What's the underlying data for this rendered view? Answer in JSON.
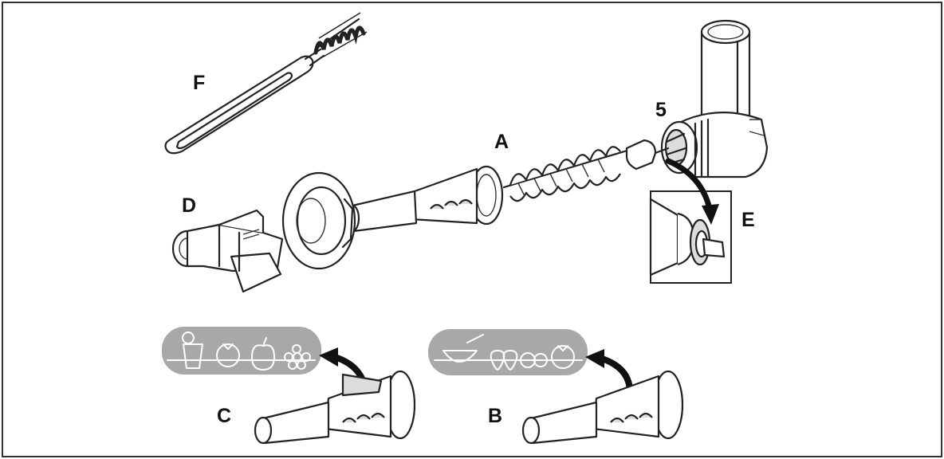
{
  "labels": {
    "F": "F",
    "five": "5",
    "A": "A",
    "D": "D",
    "E": "E",
    "C": "C",
    "B": "B"
  },
  "colors": {
    "outline": "#222222",
    "pictogram_panel": "#a8a8a8",
    "part_fill": "#ffffff",
    "shade": "#dcdcdc"
  },
  "icons": {
    "C": [
      "juice-glass-icon",
      "tomato-icon",
      "apple-icon",
      "grapes-icon"
    ],
    "B": [
      "bowl-icon",
      "strawberry-icon",
      "berry-icon",
      "tomato-icon"
    ]
  }
}
